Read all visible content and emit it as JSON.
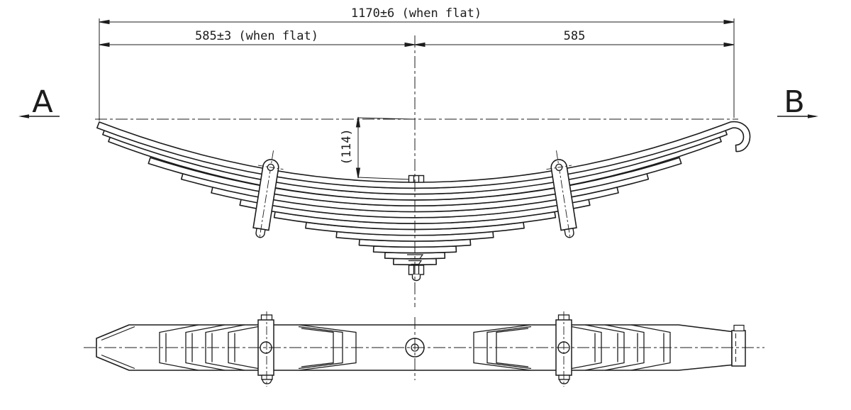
{
  "drawing": {
    "background_color": "#ffffff",
    "line_color": "#1c1c1c",
    "dimensions": {
      "overall": "1170±6 (when flat)",
      "left_half": "585±3 (when flat)",
      "right_half": "585",
      "center_height": "(114)"
    },
    "section_labels": {
      "left": "A",
      "right": "B"
    }
  }
}
